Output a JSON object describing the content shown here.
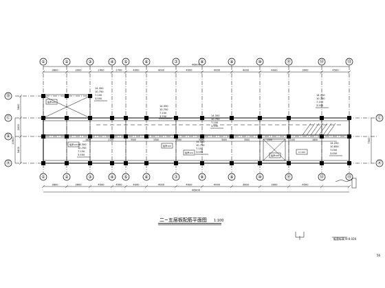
{
  "plan": {
    "title": "二~五层板配筋平面图",
    "scale": "1:100",
    "axes_top": [
      "①",
      "②",
      "③",
      "④",
      "⑤",
      "⑥",
      "⑦",
      "⑧",
      "⑨",
      "⑩",
      "⑪",
      "⑫",
      "⑬"
    ],
    "axes_left": [
      "Ⓓ",
      "Ⓒ",
      "Ⓑ",
      "Ⓐ"
    ],
    "axes_right": [
      "Ⓒ",
      "Ⓐ"
    ],
    "top_dims": [
      "3600",
      "3900",
      "2400",
      "2700",
      "4000",
      "4000",
      "4000",
      "4000",
      "4000",
      "4000",
      "3900",
      "4500"
    ],
    "top_total": "46000",
    "bottom_dims": [
      "3600",
      "3600",
      "4500",
      "4500",
      "4000",
      "4000",
      "4000",
      "4000",
      "3600",
      "3900",
      "4500"
    ],
    "bottom_total": "46000",
    "left_dims": [
      "3600",
      "2400",
      "5400"
    ],
    "left_total": "10600",
    "right_dims": [
      "7900"
    ],
    "inner_dims": [
      "1800",
      "2100",
      "3500",
      "1500",
      "3000",
      "3000",
      "3000",
      "3500",
      "1500",
      "2100",
      "1800"
    ],
    "level_block_1": [
      "14.350",
      "10.750",
      "7.150",
      "3.550"
    ],
    "level_block_2": [
      "14.350",
      "10.750",
      "7.150",
      "3.550"
    ],
    "level_block_3": [
      "14.350",
      "10.750",
      "7.150",
      "3.550"
    ],
    "level_block_4": [
      "14.350",
      "10.750",
      "7.150",
      "3.550"
    ],
    "level_block_5": [
      "14.350",
      "10.750",
      "7.150",
      "3.550"
    ],
    "level_block_6": [
      "14.250",
      "10.650",
      "7.050",
      "3.450"
    ],
    "level_block_7": [
      "14.350",
      "10.750",
      "7.150",
      "3.550"
    ],
    "small_labels": [
      "板厚100",
      "板厚120",
      "板厚100",
      "板厚120",
      "板厚100",
      "h=100"
    ],
    "side_note": "板面标高 H-0.020",
    "page_no": "56"
  }
}
